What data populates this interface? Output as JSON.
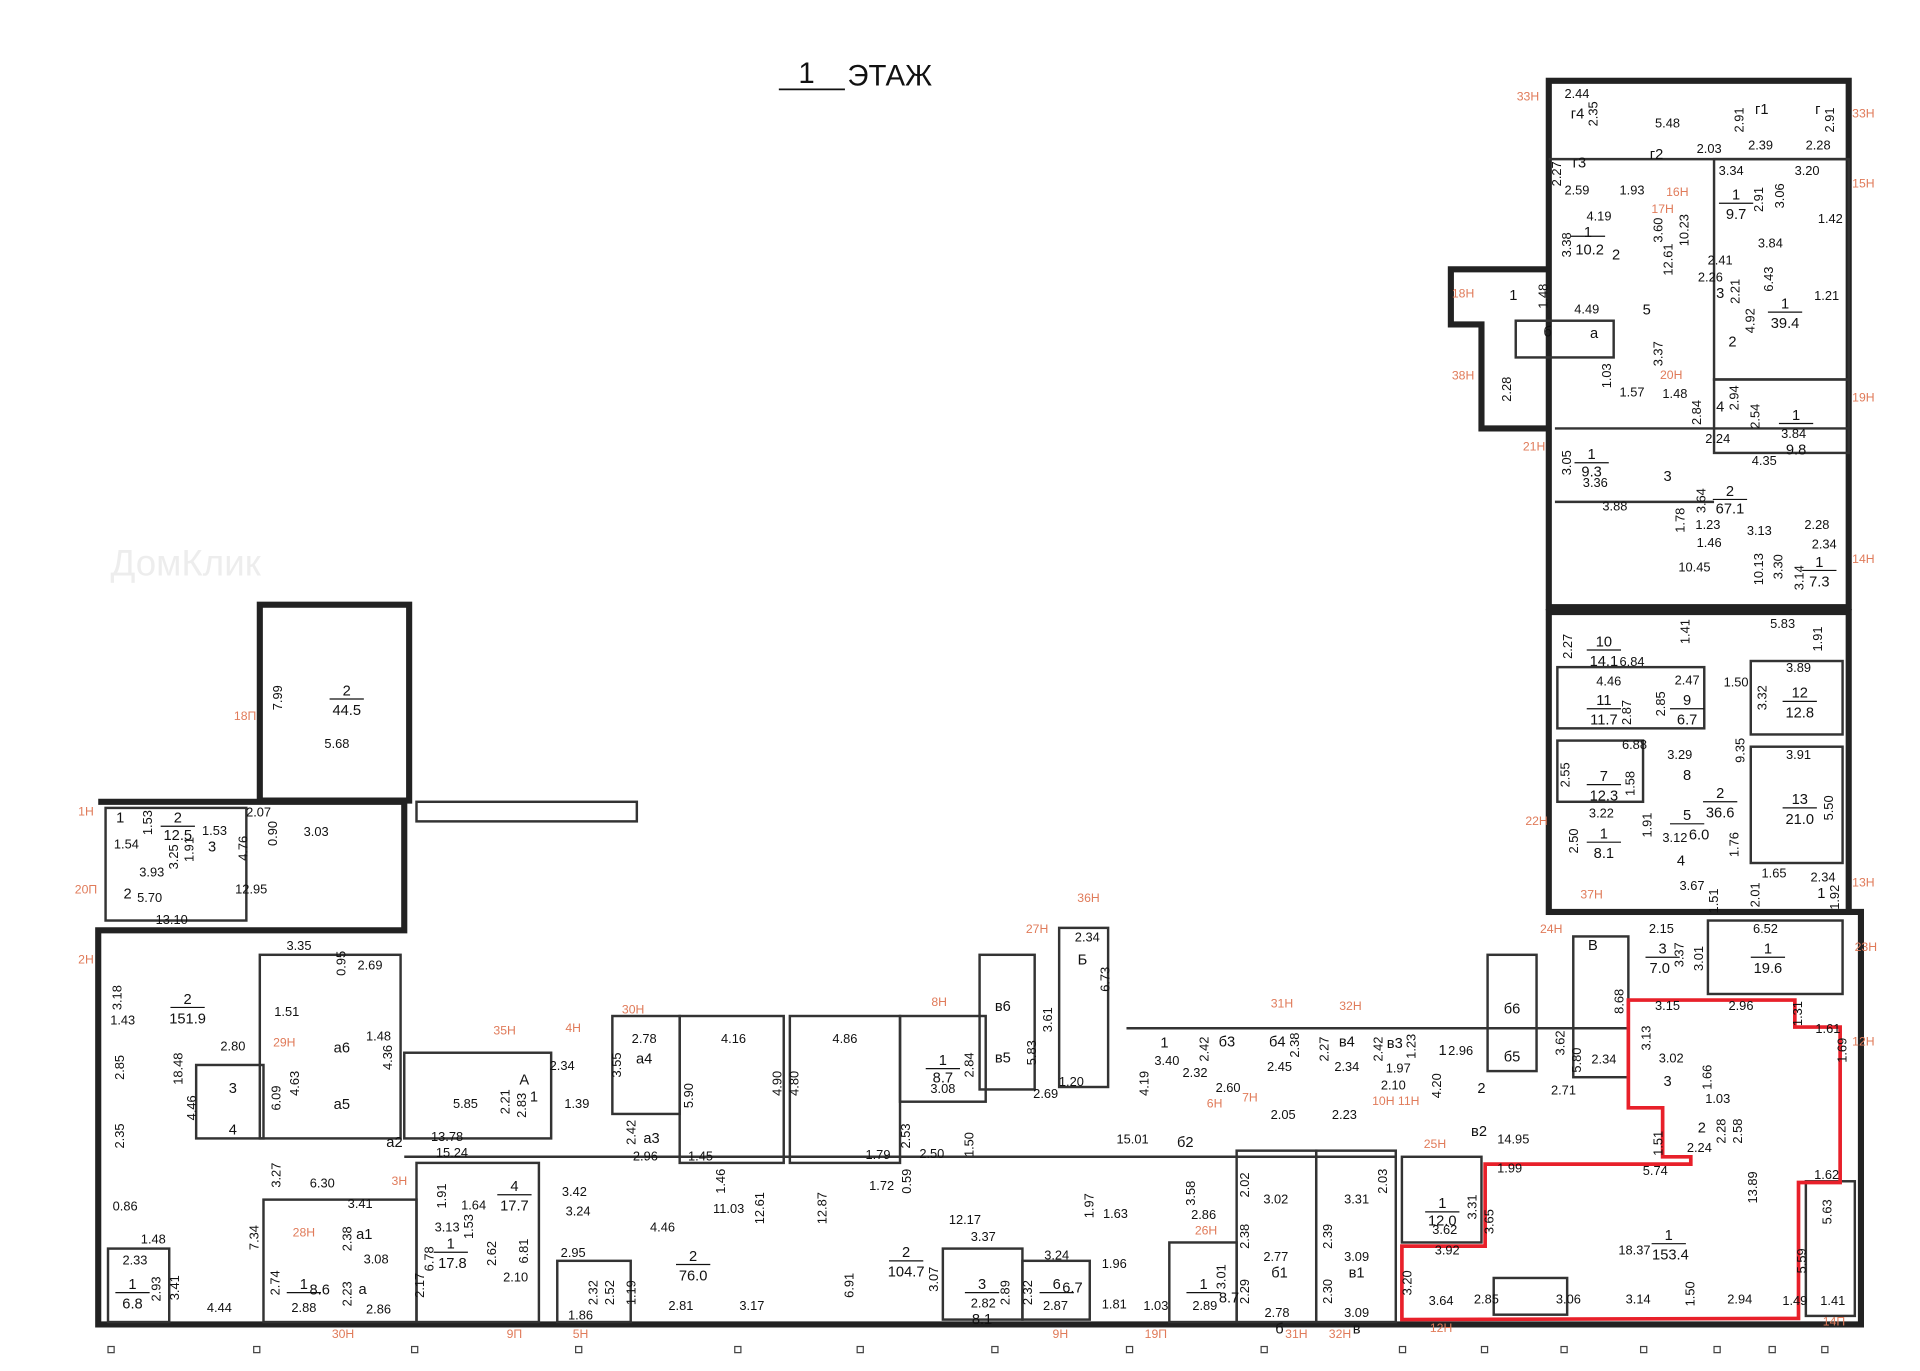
{
  "title": {
    "floor_number": "1",
    "floor_label": "ЭТАЖ"
  },
  "watermark": "ДомКлик",
  "highlight_color": "#e8202a",
  "axis_color": "#e07b5a",
  "rooms": [
    {
      "num": "2",
      "area": "44.5"
    },
    {
      "num": "2",
      "area": "12.5"
    },
    {
      "num": "1",
      "area": ""
    },
    {
      "num": "3",
      "area": ""
    },
    {
      "num": "2",
      "area": ""
    },
    {
      "num": "2",
      "area": "151.9"
    },
    {
      "num": "3",
      "area": ""
    },
    {
      "num": "4",
      "area": ""
    },
    {
      "num": "1",
      "area": "6.8"
    },
    {
      "num": "1",
      "area": "8.6"
    },
    {
      "num": "а1",
      "area": ""
    },
    {
      "num": "а",
      "area": ""
    },
    {
      "num": "1",
      "area": "17.8"
    },
    {
      "num": "4",
      "area": "17.7"
    },
    {
      "num": "2",
      "area": "76.0"
    },
    {
      "num": "2",
      "area": "104.7"
    },
    {
      "num": "3",
      "area": "8.1"
    },
    {
      "num": "6",
      "area": "6.7"
    },
    {
      "num": "1",
      "area": "8.7"
    },
    {
      "num": "1",
      "area": "8.7"
    },
    {
      "num": "б1",
      "area": ""
    },
    {
      "num": "б",
      "area": ""
    },
    {
      "num": "в1",
      "area": ""
    },
    {
      "num": "в",
      "area": ""
    },
    {
      "num": "1",
      "area": "12.0"
    },
    {
      "num": "1",
      "area": "153.4"
    },
    {
      "num": "1",
      "area": ""
    },
    {
      "num": "2",
      "area": ""
    },
    {
      "num": "3",
      "area": ""
    },
    {
      "num": "2",
      "area": ""
    },
    {
      "num": "А",
      "area": ""
    },
    {
      "num": "1",
      "area": ""
    },
    {
      "num": "а2",
      "area": ""
    },
    {
      "num": "а3",
      "area": ""
    },
    {
      "num": "а4",
      "area": ""
    },
    {
      "num": "Б",
      "area": ""
    },
    {
      "num": "В",
      "area": ""
    },
    {
      "num": "б3",
      "area": ""
    },
    {
      "num": "б4",
      "area": ""
    },
    {
      "num": "в4",
      "area": ""
    },
    {
      "num": "в3",
      "area": ""
    },
    {
      "num": "в2",
      "area": ""
    },
    {
      "num": "б2",
      "area": ""
    },
    {
      "num": "3",
      "area": "7.0"
    },
    {
      "num": "1",
      "area": "19.6"
    },
    {
      "num": "10",
      "area": "14.1"
    },
    {
      "num": "11",
      "area": "11.7"
    },
    {
      "num": "9",
      "area": "6.7"
    },
    {
      "num": "7",
      "area": "12.3"
    },
    {
      "num": "8",
      "area": ""
    },
    {
      "num": "2",
      "area": "36.6"
    },
    {
      "num": "5",
      "area": "6.0"
    },
    {
      "num": "4",
      "area": ""
    },
    {
      "num": "1",
      "area": "8.1"
    },
    {
      "num": "12",
      "area": "12.8"
    },
    {
      "num": "13",
      "area": "21.0"
    },
    {
      "num": "1",
      "area": ""
    },
    {
      "num": "1",
      "area": "9.7"
    },
    {
      "num": "1",
      "area": "39.4"
    },
    {
      "num": "3",
      "area": ""
    },
    {
      "num": "2",
      "area": ""
    },
    {
      "num": "4",
      "area": ""
    },
    {
      "num": "1",
      "area": "9.8"
    },
    {
      "num": "1",
      "area": "9.3"
    },
    {
      "num": "3",
      "area": ""
    },
    {
      "num": "2",
      "area": "67.1"
    },
    {
      "num": "1",
      "area": "7.3"
    },
    {
      "num": "г4",
      "area": ""
    },
    {
      "num": "г2",
      "area": ""
    },
    {
      "num": "г1",
      "area": ""
    },
    {
      "num": "г",
      "area": ""
    },
    {
      "num": "г3",
      "area": ""
    },
    {
      "num": "1",
      "area": "10.2"
    },
    {
      "num": "2",
      "area": ""
    },
    {
      "num": "1",
      "area": ""
    },
    {
      "num": "б",
      "area": ""
    },
    {
      "num": "а",
      "area": ""
    },
    {
      "num": "5",
      "area": ""
    },
    {
      "num": "1",
      "area": ""
    },
    {
      "num": "в6",
      "area": ""
    },
    {
      "num": "в5",
      "area": ""
    },
    {
      "num": "а6",
      "area": ""
    },
    {
      "num": "а5",
      "area": ""
    },
    {
      "num": "б6",
      "area": ""
    },
    {
      "num": "б5",
      "area": ""
    }
  ],
  "axes": [
    "33Н",
    "33Н",
    "16Н",
    "15Н",
    "17Н",
    "18Н",
    "38Н",
    "20Н",
    "19Н",
    "21Н",
    "14Н",
    "22Н",
    "13Н",
    "37Н",
    "24Н",
    "23Н",
    "36Н",
    "27Н",
    "8Н",
    "30Н",
    "35Н",
    "4Н",
    "31Н",
    "32Н",
    "1Н",
    "20П",
    "2Н",
    "18П",
    "29Н",
    "3Н",
    "28Н",
    "6Н",
    "7Н",
    "10Н 11Н",
    "25Н",
    "12Н",
    "12Н",
    "14П",
    "30Н",
    "9П",
    "5Н",
    "9Н",
    "19П",
    "26Н",
    "31Н",
    "32Н"
  ],
  "dimensions": [
    "7.99",
    "5.68",
    "2.07",
    "0.90",
    "3.03",
    "1.53",
    "1.53",
    "1.54",
    "3.25",
    "1.91",
    "4.76",
    "3.93",
    "5.70",
    "13.10",
    "12.95",
    "3.35",
    "0.95",
    "2.69",
    "1.51",
    "1.48",
    "4.36",
    "6.09",
    "4.63",
    "2.80",
    "4.46",
    "18.48",
    "3.18",
    "1.43",
    "2.85",
    "2.35",
    "0.86",
    "1.48",
    "2.33",
    "2.93",
    "3.41",
    "4.44",
    "7.34",
    "3.27",
    "6.30",
    "13.78",
    "15.24",
    "5.85",
    "2.21",
    "2.34",
    "2.83",
    "1.39",
    "3.55",
    "2.78",
    "2.42",
    "2.96",
    "4.16",
    "5.90",
    "4.90",
    "4.80",
    "4.86",
    "1.45",
    "12.61",
    "12.87",
    "6.91",
    "11.03",
    "3.24",
    "4.46",
    "1.46",
    "3.42",
    "2.95",
    "2.32",
    "2.52",
    "1.86",
    "1.19",
    "2.81",
    "3.17",
    "3.41",
    "2.38",
    "3.08",
    "2.74",
    "2.88",
    "2.23",
    "2.86",
    "2.17",
    "6.78",
    "3.13",
    "1.91",
    "1.53",
    "1.64",
    "2.62",
    "6.81",
    "2.10",
    "1.79",
    "1.72",
    "0.59",
    "2.53",
    "2.50",
    "1.50",
    "12.17",
    "3.37",
    "3.07",
    "2.82",
    "2.89",
    "2.32",
    "2.87",
    "3.24",
    "1.97",
    "1.63",
    "1.96",
    "1.81",
    "1.03",
    "6.73",
    "2.34",
    "1.20",
    "3.61",
    "5.83",
    "2.69",
    "3.08",
    "2.84",
    "15.01",
    "4.19",
    "3.40",
    "2.42",
    "2.60",
    "2.32",
    "2.45",
    "2.38",
    "2.27",
    "2.34",
    "2.23",
    "2.05",
    "2.10",
    "1.97",
    "2.42",
    "1.23",
    "4.20",
    "2.96",
    "3.62",
    "5.80",
    "2.71",
    "2.34",
    "8.68",
    "14.95",
    "3.15",
    "2.96",
    "1.31",
    "3.13",
    "3.02",
    "1.66",
    "1.03",
    "1.61",
    "1.69",
    "2.24",
    "2.28",
    "2.58",
    "1.51",
    "1.99",
    "5.74",
    "13.89",
    "1.62",
    "3.65",
    "3.31",
    "3.62",
    "3.92",
    "18.37",
    "5.63",
    "5.59",
    "3.20",
    "3.64",
    "2.85",
    "3.06",
    "3.14",
    "1.50",
    "2.94",
    "1.49",
    "1.41",
    "2.03",
    "3.31",
    "3.09",
    "2.39",
    "3.09",
    "2.30",
    "3.02",
    "2.77",
    "2.38",
    "2.29",
    "2.78",
    "3.01",
    "2.89",
    "2.86",
    "3.58",
    "2.02",
    "2.44",
    "2.35",
    "5.48",
    "2.91",
    "2.39",
    "2.03",
    "2.91",
    "2.28",
    "2.27",
    "2.59",
    "1.93",
    "3.34",
    "2.91",
    "3.06",
    "3.20",
    "1.42",
    "4.19",
    "3.38",
    "3.60",
    "10.23",
    "12.61",
    "3.84",
    "2.41",
    "2.26",
    "2.21",
    "6.43",
    "4.92",
    "1.21",
    "1.48",
    "4.49",
    "2.28",
    "3.37",
    "1.03",
    "1.57",
    "1.48",
    "2.94",
    "2.84",
    "2.24",
    "2.54",
    "3.84",
    "3.05",
    "3.36",
    "3.88",
    "3.64",
    "4.35",
    "1.78",
    "1.23",
    "3.13",
    "1.46",
    "2.28",
    "2.34",
    "10.13",
    "3.30",
    "3.14",
    "10.45",
    "2.27",
    "1.41",
    "6.84",
    "5.83",
    "1.91",
    "4.46",
    "2.47",
    "2.85",
    "2.87",
    "1.50",
    "3.89",
    "3.32",
    "6.88",
    "3.29",
    "9.35",
    "3.91",
    "2.55",
    "1.58",
    "5.50",
    "3.22",
    "2.50",
    "1.91",
    "3.12",
    "1.76",
    "1.65",
    "2.34",
    "1.92",
    "3.67",
    "1.51",
    "2.01",
    "2.15",
    "3.37",
    "6.52",
    "3.01"
  ]
}
